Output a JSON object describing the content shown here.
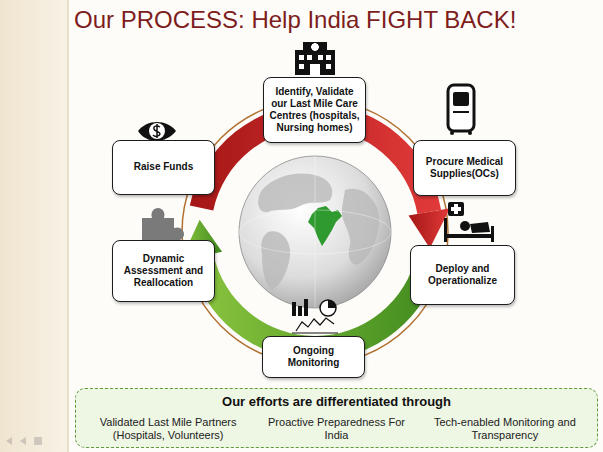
{
  "diagram": {
    "title": "Our PROCESS: Help India FIGHT BACK!",
    "nodes": [
      {
        "text": [
          "Identify, Validate our Last Mile Care Centres (hospitals, Nursing homes)"
        ]
      },
      {
        "text": [
          "Procure Medical Supplies(OCs)"
        ]
      },
      {
        "text": [
          "Deploy and Operationalize"
        ]
      },
      {
        "text": [
          "Ongoing Monitoring"
        ]
      },
      {
        "text": [
          "Dynamic Assessment and Reallocation"
        ]
      },
      {
        "text": [
          "Raise Funds"
        ]
      },
      {
        "text": [
          "Our efforts are differentiated through",
          "Validated Last Mile Partners (Hospitals, Volunteers)",
          "Proactive Preparedness For India",
          "Tech-enabled Monitoring and Transparency"
        ]
      }
    ]
  }
}
